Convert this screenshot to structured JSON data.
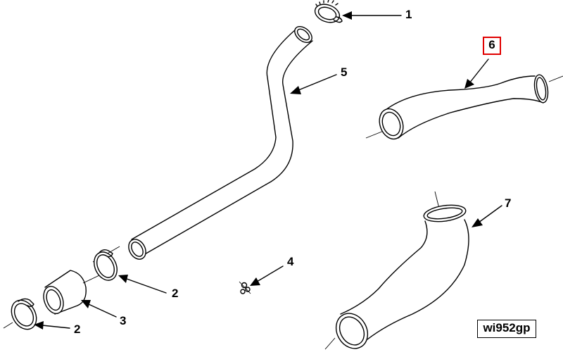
{
  "diagram": {
    "reference_code": "wi952gp",
    "highlighted_callout": "6",
    "highlight_color": "#e00000",
    "callouts": [
      {
        "id": "c1",
        "label": "1"
      },
      {
        "id": "c5",
        "label": "5"
      },
      {
        "id": "c6",
        "label": "6"
      },
      {
        "id": "c7",
        "label": "7"
      },
      {
        "id": "c4",
        "label": "4"
      },
      {
        "id": "c2a",
        "label": "2"
      },
      {
        "id": "c3",
        "label": "3"
      },
      {
        "id": "c2b",
        "label": "2"
      }
    ]
  }
}
